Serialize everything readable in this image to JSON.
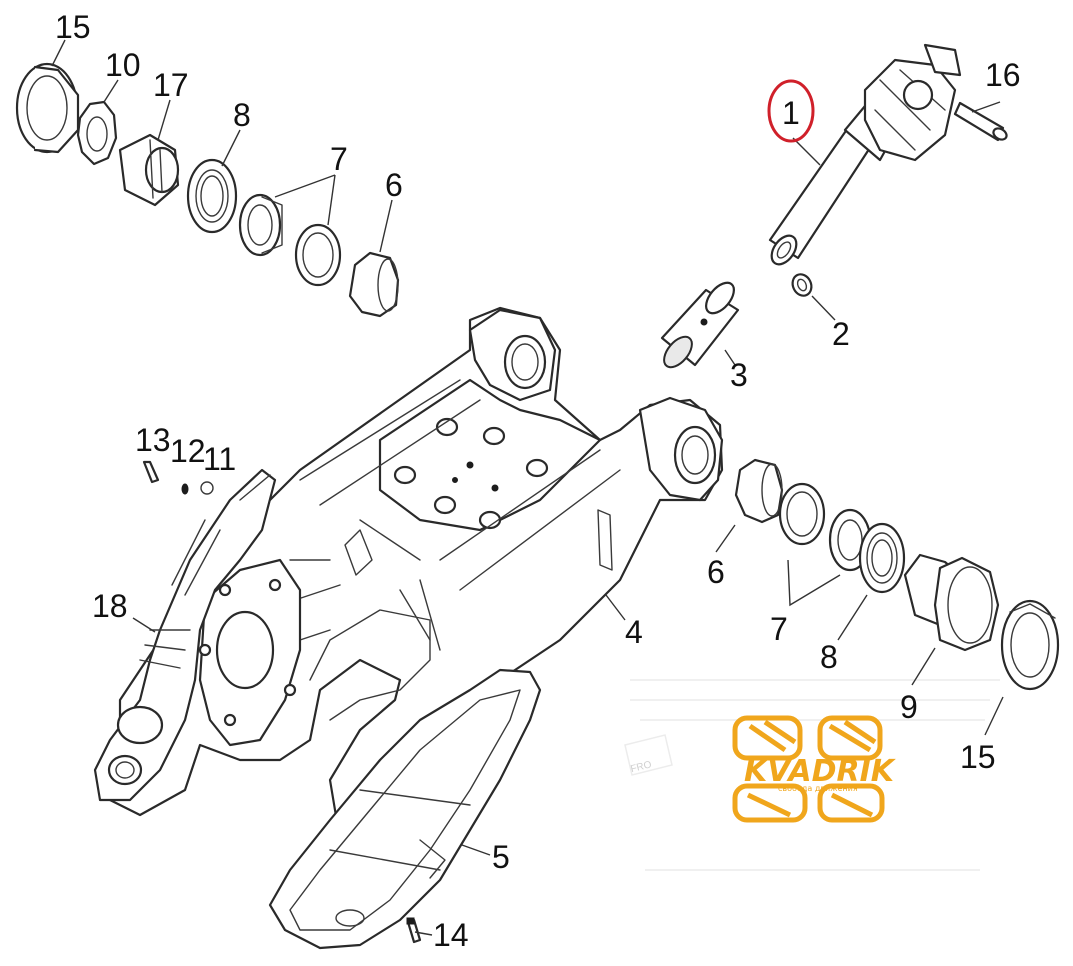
{
  "callouts": {
    "c1": "1",
    "c2": "2",
    "c3": "3",
    "c4": "4",
    "c5": "5",
    "c6a": "6",
    "c6b": "6",
    "c7a": "7",
    "c7b": "7",
    "c8a": "8",
    "c8b": "8",
    "c9": "9",
    "c10": "10",
    "c11": "11",
    "c12": "12",
    "c13": "13",
    "c14": "14",
    "c15a": "15",
    "c15b": "15",
    "c16": "16",
    "c17": "17",
    "c18": "18"
  },
  "highlight": {
    "part": "1",
    "color": "#d0202a"
  },
  "watermark": {
    "brand": "KVADRIK",
    "tagline": "свобода движения",
    "color": "#f0a61c"
  },
  "marker": {
    "text": "FRO"
  }
}
